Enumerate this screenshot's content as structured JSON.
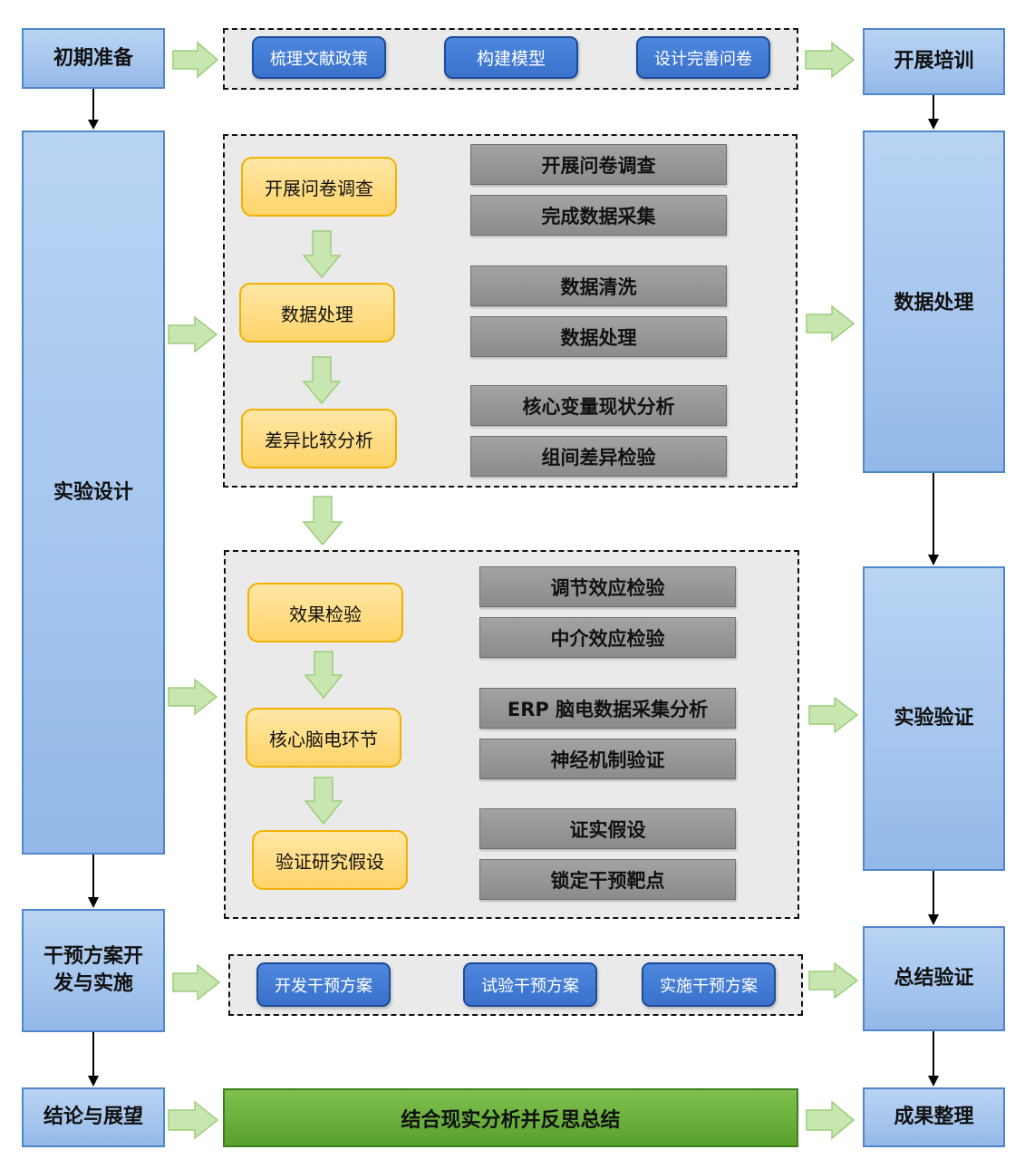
{
  "left_column": {
    "prep": "初期准备",
    "design": "实验设计",
    "intervention": "干预方案开发与实施",
    "conclusion": "结论与展望"
  },
  "right_column": {
    "training": "开展培训",
    "data_processing": "数据处理",
    "validation": "实验验证",
    "summary": "总结验证",
    "results": "成果整理"
  },
  "prep_steps": [
    "梳理文献政策",
    "构建模型",
    "设计完善问卷"
  ],
  "stage1": {
    "steps": [
      "开展问卷调查",
      "数据处理",
      "差异比较分析"
    ],
    "details": [
      "开展问卷调查",
      "完成数据采集",
      "数据清洗",
      "数据处理",
      "核心变量现状分析",
      "组间差异检验"
    ]
  },
  "stage2": {
    "steps": [
      "效果检验",
      "核心脑电环节",
      "验证研究假设"
    ],
    "details": [
      "调节效应检验",
      "中介效应检验",
      "ERP 脑电数据采集分析",
      "神经机制验证",
      "证实假设",
      "锁定干预靶点"
    ]
  },
  "intervention_steps": [
    "开发干预方案",
    "试验干预方案",
    "实施干预方案"
  ],
  "conclusion_bar": "结合现实分析并反思总结",
  "colors": {
    "blue_box": "#a6c6ee",
    "blue_pill": "#3a72cc",
    "orange_pill": "#ffd46a",
    "gray_bar": "#999999",
    "green_bar": "#6bb13d",
    "arrow_green": "#c8e6b0"
  }
}
